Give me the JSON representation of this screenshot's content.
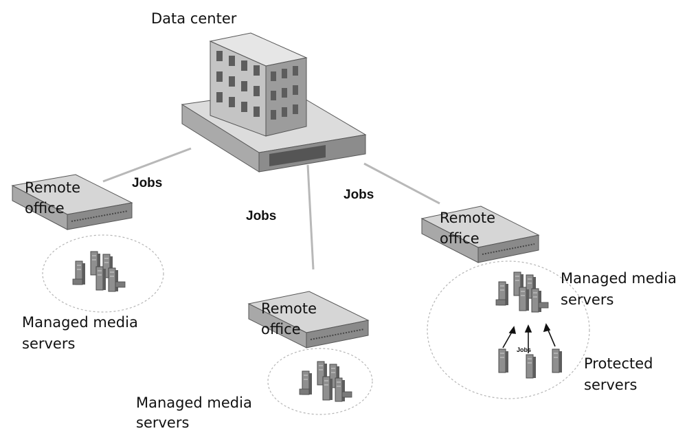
{
  "nodes": {
    "data_center": {
      "label": "Data center"
    },
    "remote_office_left": {
      "label_line1": "Remote",
      "label_line2": "office"
    },
    "remote_office_middle": {
      "label_line1": "Remote",
      "label_line2": "office"
    },
    "remote_office_right": {
      "label_line1": "Remote",
      "label_line2": "office"
    }
  },
  "edges": {
    "to_left": {
      "label": "Jobs"
    },
    "to_middle": {
      "label": "Jobs"
    },
    "to_right": {
      "label": "Jobs"
    },
    "protected_to_media": {
      "label": "Jobs"
    }
  },
  "groups": {
    "left": {
      "label_line1": "Managed media",
      "label_line2": "servers"
    },
    "middle": {
      "label_line1": "Managed media",
      "label_line2": "servers"
    },
    "right_media": {
      "label_line1": "Managed media",
      "label_line2": "servers"
    },
    "right_protected": {
      "label_line1": "Protected",
      "label_line2": "servers"
    }
  }
}
